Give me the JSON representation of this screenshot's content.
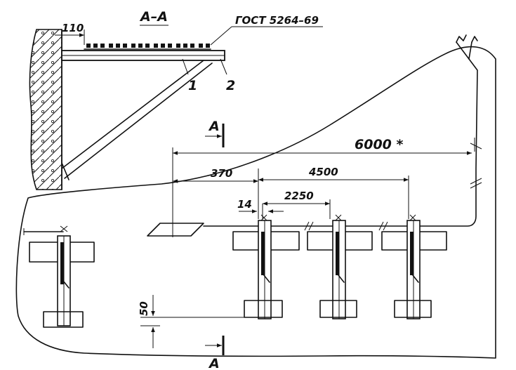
{
  "section_label": "A–A",
  "standard": "ГОСТ 5264–69",
  "wall_offset": "110",
  "callouts": {
    "part1": "1",
    "part2": "2"
  },
  "dims": {
    "overall": "6000 *",
    "first_offset": "370",
    "span": "4500",
    "pitch": "2250",
    "tab": "14",
    "height": "50"
  },
  "cut_marks": {
    "top": "A",
    "bottom": "A"
  }
}
